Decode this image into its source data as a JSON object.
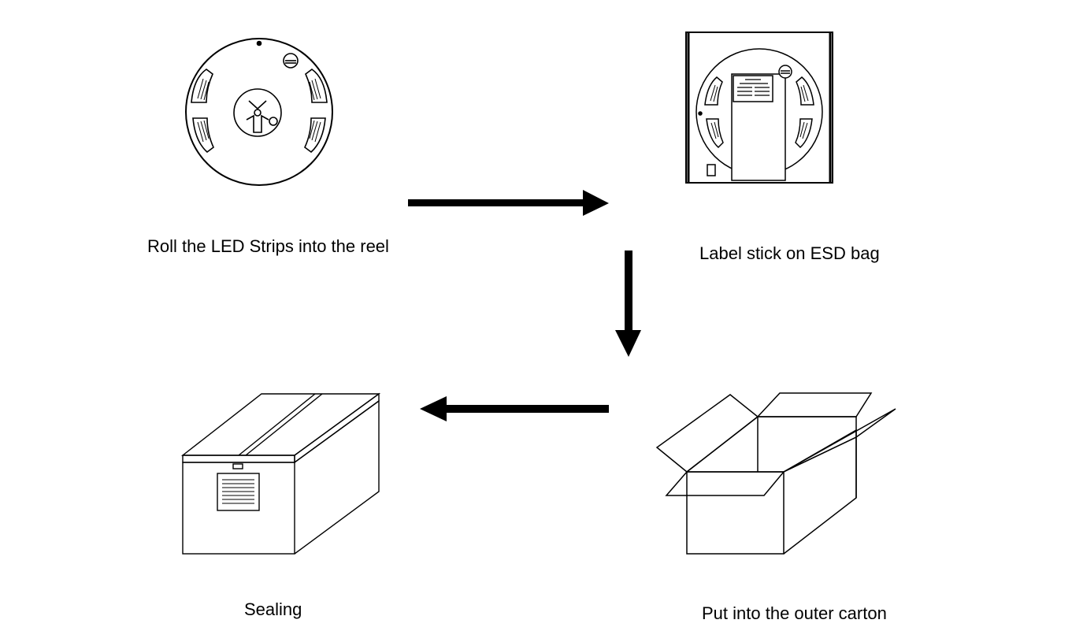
{
  "steps": [
    {
      "id": "roll",
      "caption": "Roll the LED Strips into the reel",
      "icon": "led-reel-icon"
    },
    {
      "id": "label",
      "caption": "Label stick on ESD bag",
      "icon": "esd-bag-label-icon"
    },
    {
      "id": "carton",
      "caption": "Put into the outer carton",
      "icon": "open-carton-icon"
    },
    {
      "id": "seal",
      "caption": "Sealing",
      "icon": "sealed-box-icon"
    }
  ],
  "flow": [
    {
      "from": "roll",
      "to": "label",
      "direction": "right"
    },
    {
      "from": "label",
      "to": "carton",
      "direction": "down"
    },
    {
      "from": "carton",
      "to": "seal",
      "direction": "left"
    }
  ],
  "colors": {
    "line": "#000000",
    "background": "#ffffff"
  }
}
